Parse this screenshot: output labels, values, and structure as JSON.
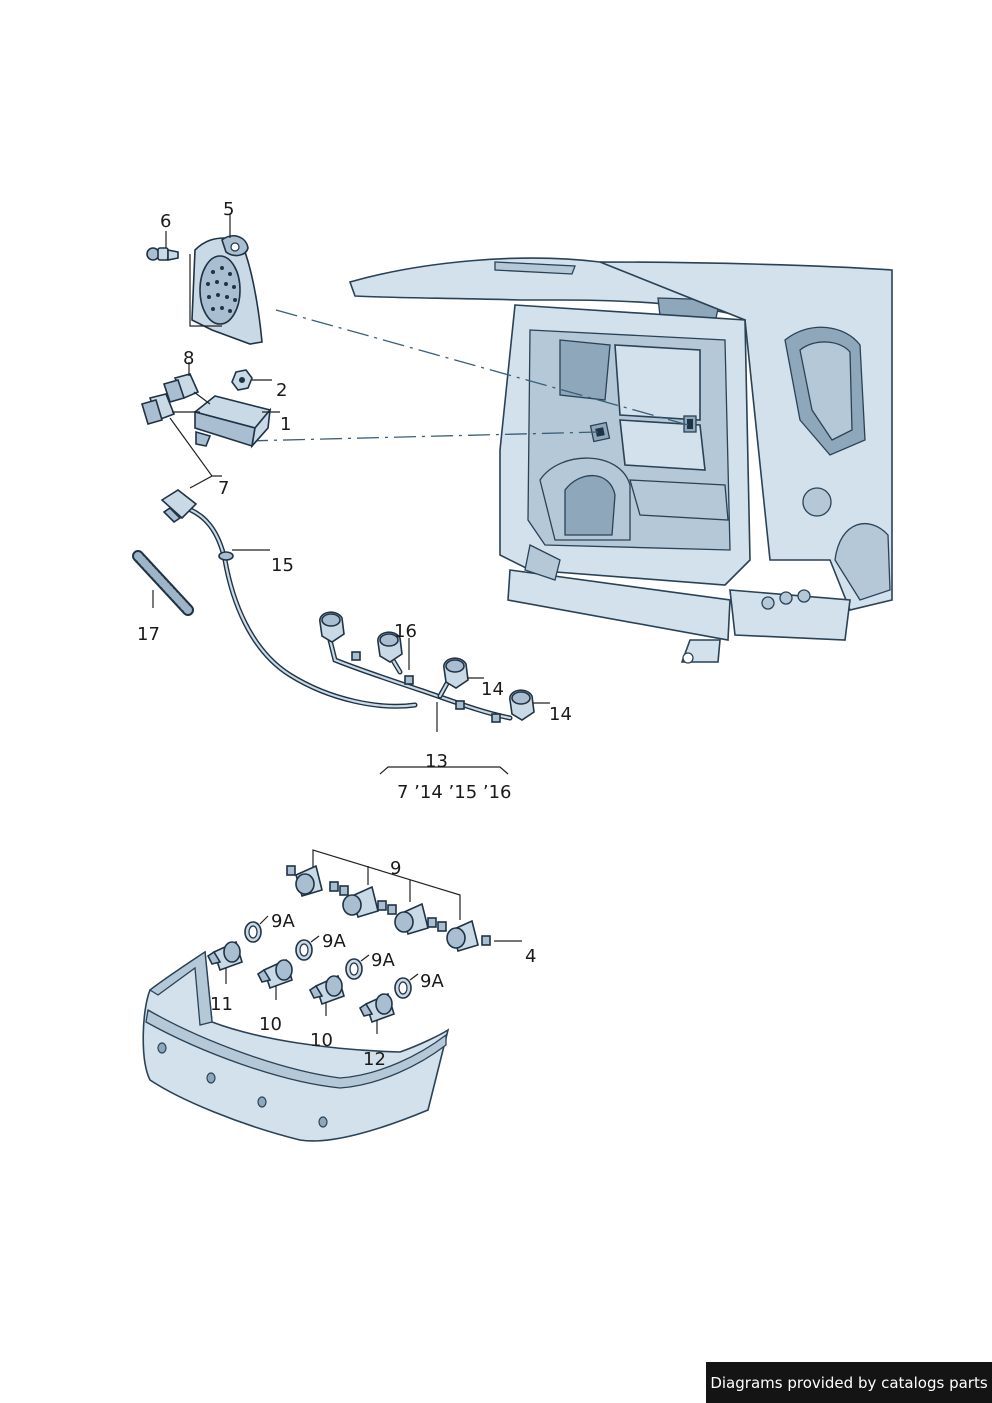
{
  "callouts": {
    "c1": "1",
    "c2": "2",
    "c4": "4",
    "c5": "5",
    "c6": "6",
    "c7": "7",
    "c8": "8",
    "c9": "9",
    "c9a_1": "9A",
    "c9a_2": "9A",
    "c9a_3": "9A",
    "c9a_4": "9A",
    "c10_1": "10",
    "c10_2": "10",
    "c11": "11",
    "c12": "12",
    "c13": "13",
    "c13_sub": "7 ’14 ’15 ’16",
    "c14_1": "14",
    "c14_2": "14",
    "c15": "15",
    "c16": "16",
    "c17": "17"
  },
  "footer": {
    "text": "Diagrams provided by catalogs parts"
  }
}
